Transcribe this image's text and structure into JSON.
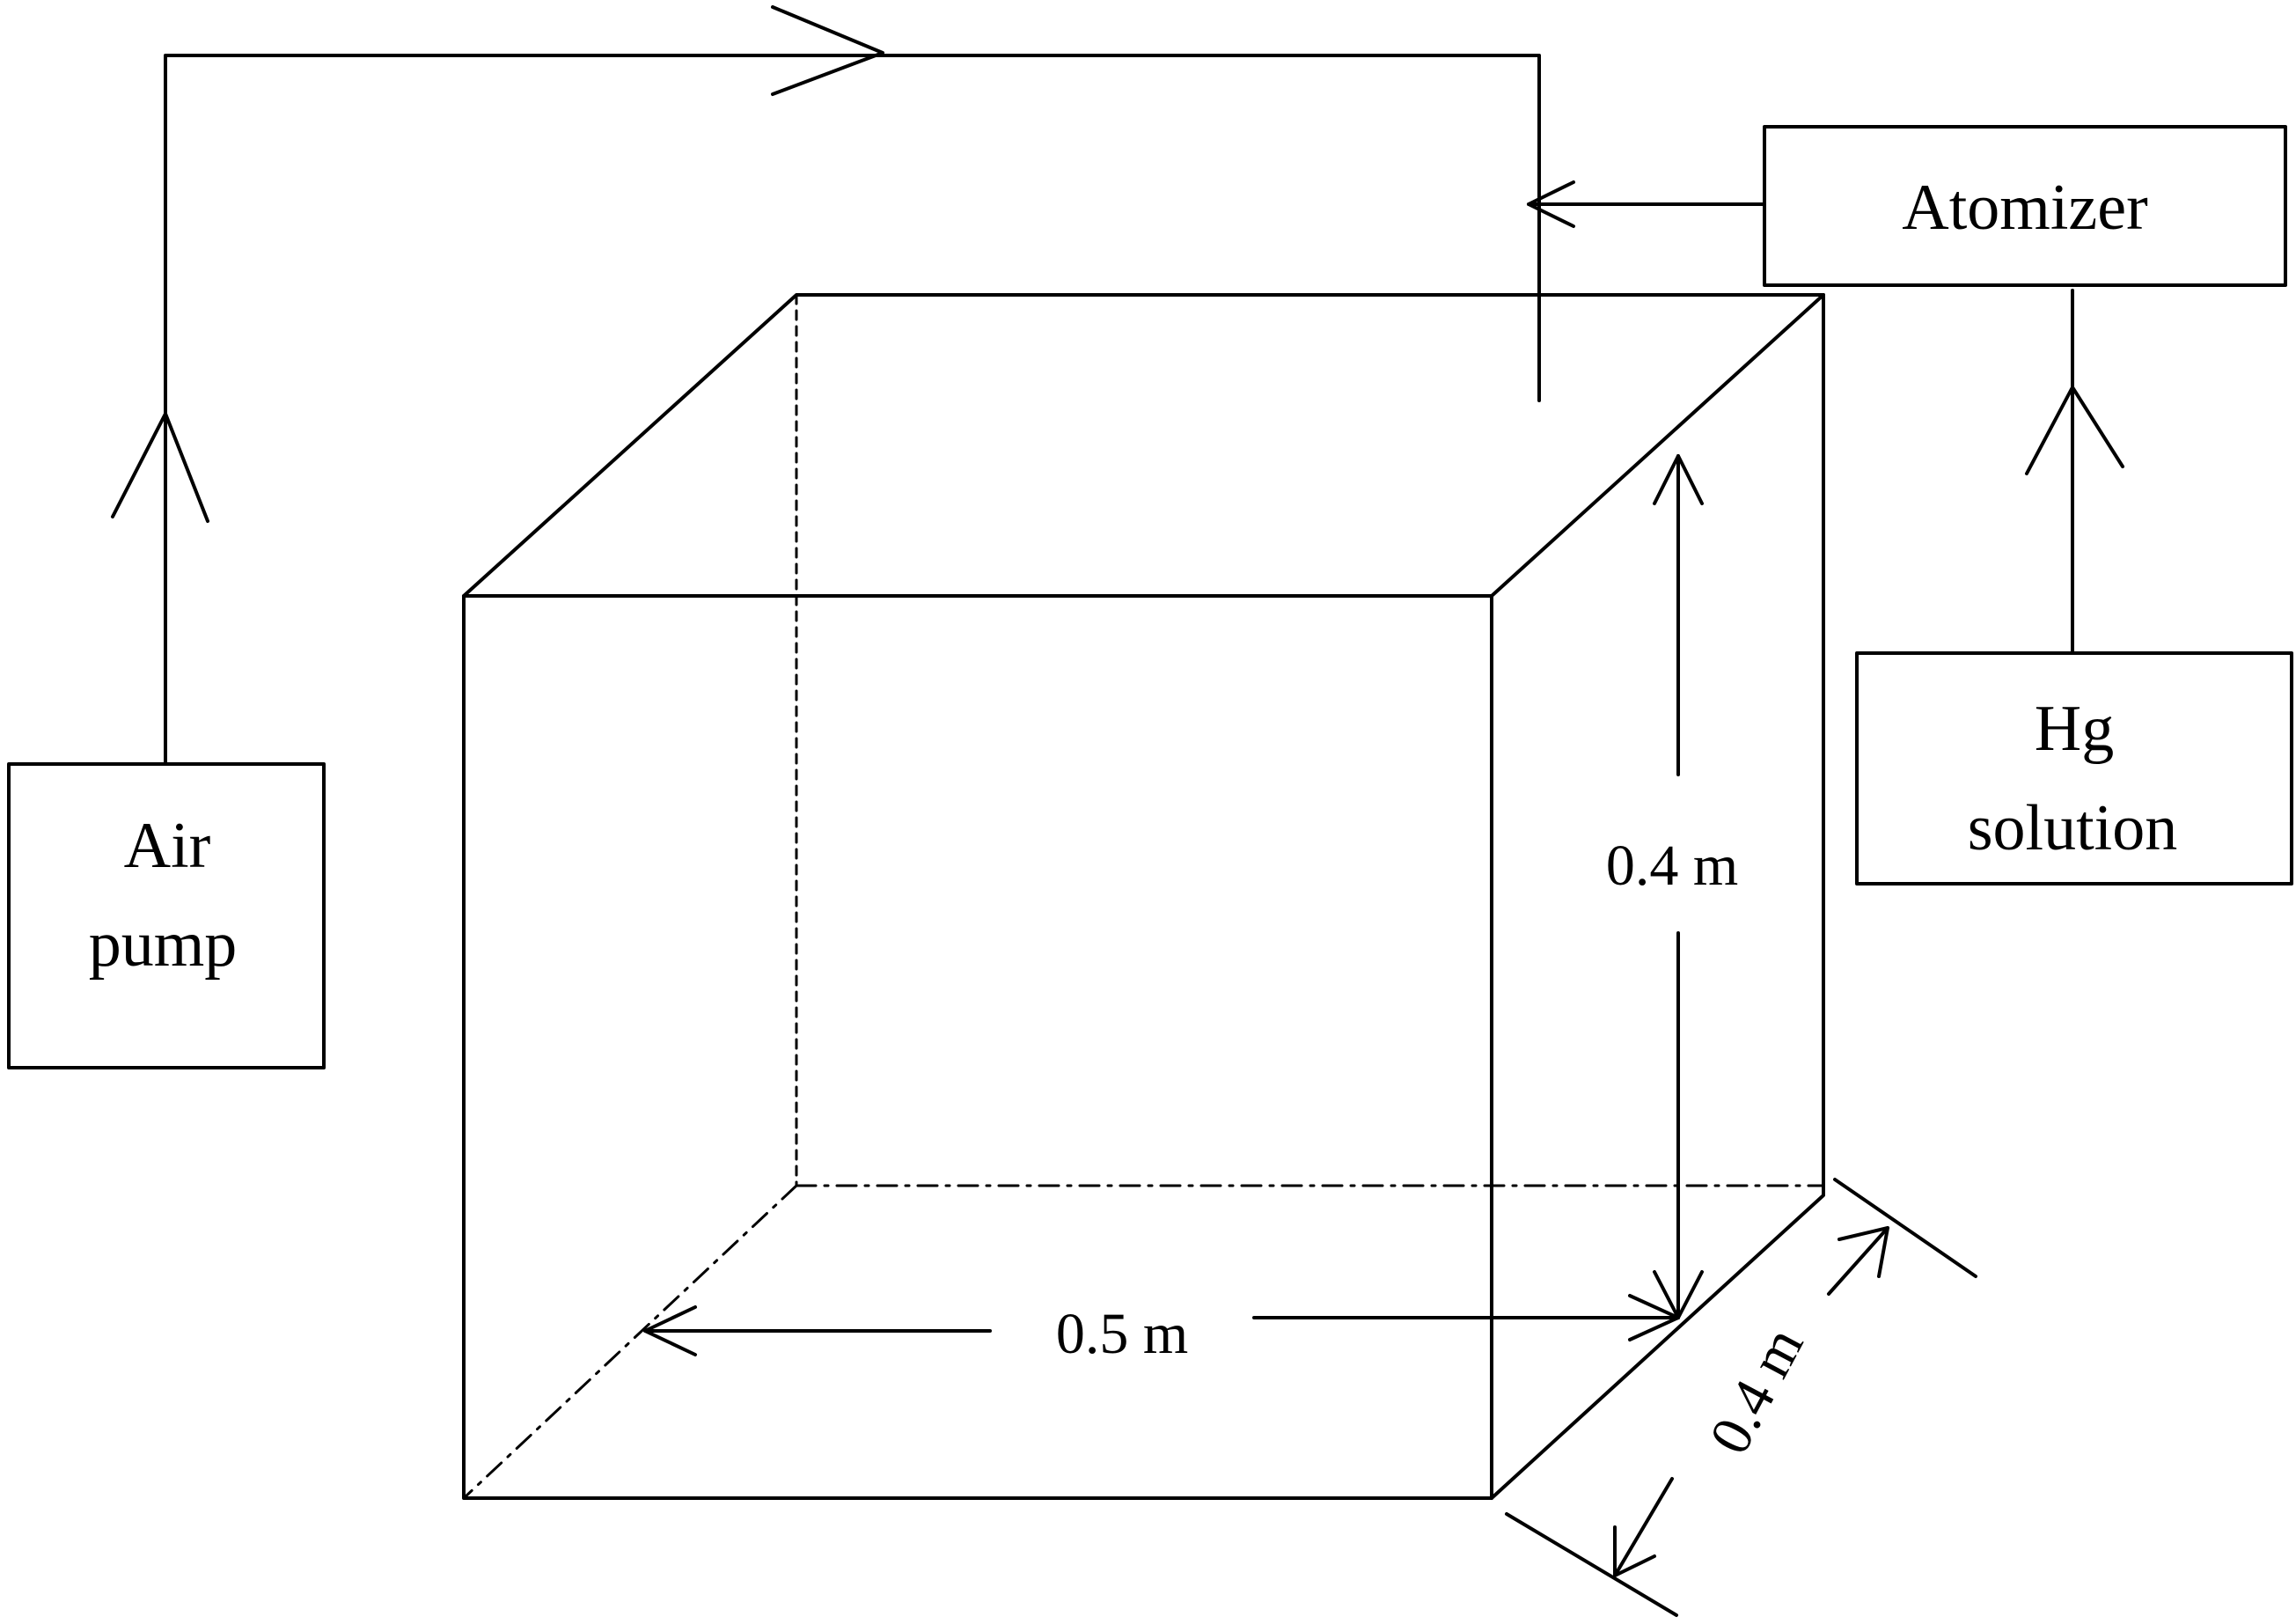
{
  "boxes": {
    "air_pump": {
      "line1": "Air",
      "line2": "pump"
    },
    "atomizer": {
      "label": "Atomizer"
    },
    "hg_solution": {
      "line1": "Hg",
      "line2": "solution"
    }
  },
  "dimensions": {
    "height": "0.4 m",
    "width": "0.5 m",
    "depth": "0.4 m"
  },
  "colors": {
    "line": "#000000",
    "background": "#ffffff"
  }
}
